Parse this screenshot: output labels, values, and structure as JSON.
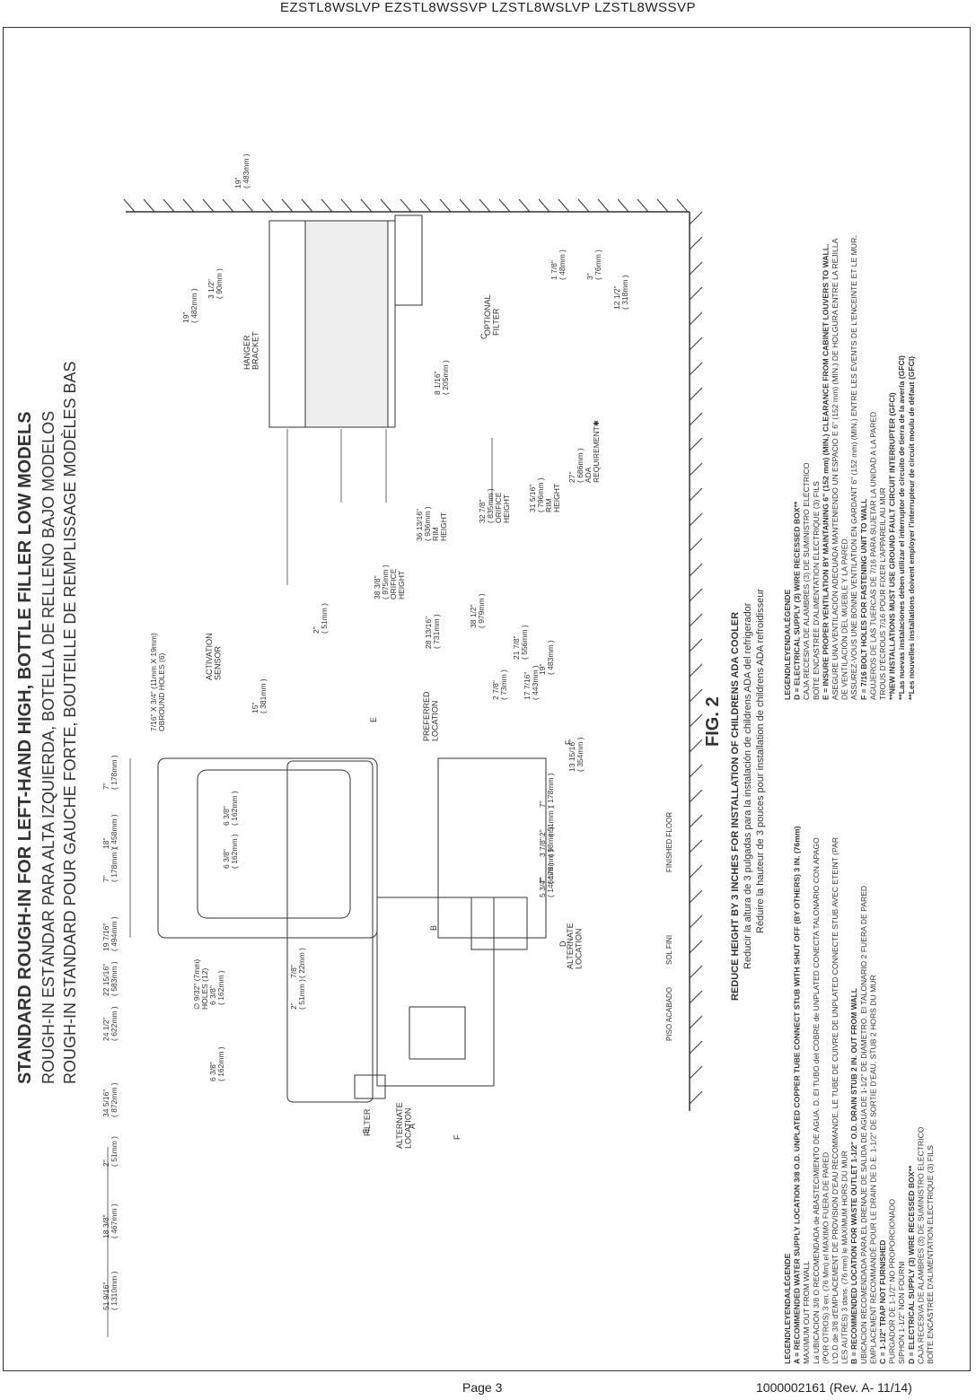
{
  "header": {
    "models": "EZSTL8WSLVP  EZSTL8WSSVP   LZSTL8WSLVP  LZSTL8WSSVP"
  },
  "footer": {
    "page": "Page 3",
    "doc": "1000002161  (Rev. A- 11/14)"
  },
  "titles": {
    "en": "STANDARD ROUGH-IN FOR LEFT-HAND HIGH, BOTTLE FILLER LOW MODELS",
    "es": "ROUGH-IN ESTÁNDAR PARA ALTA IZQUIERDA, BOTELLA DE RELLENO BAJO MODELOS",
    "fr": "ROUGH-IN STANDARD POUR GAUCHE FORTE, BOUTEILLE DE REMPLISSAGE MODÈLES BAS"
  },
  "fig": "FIG. 2",
  "reduce": {
    "en": "REDUCE HEIGHT BY 3 INCHES FOR INSTALLATION OF CHILDRENS ADA COOLER",
    "es": "Reducir la altura de 3 pulgadas para la instalación de childrens ADA del refrigerador",
    "fr": "Réduire la hauteur de 3 pouces pour installation de childrens ADA refroidisseur"
  },
  "legend_left": [
    "LEGEND/LEYENDA/LÉGENDE",
    "A = RECOMMENDED WATER SUPPLY LOCATION 3/8 O.D. UNPLATED COPPER TUBE CONNECT STUB WITH SHUT OFF (BY OTHERS) 3 IN. (76mm)",
    "      MAXIMUM OUT FROM WALL",
    "      La UBICACION 3/8 O RECOMENDADA de ABASTECIMIENTO DE AGUA. D. El TUBO del COBRE de UNPLATED CONECTA TALONARIO CON APAGO",
    "      (POR OTROS) 3 en. (76 Mm) el MAXIMO FUERA DE PARED",
    "      L'O.D de 3/8 d'EMPLACEMENT DE PROVISION D'EAU RECOMMANDE. LE TUBE DE CUIVRE DE UNPLATED CONNECTE STUB AVEC ETEINT (PAR",
    "      LES AUTRES) 3 dans. (76 mm) le MAXIMUM HORS DU MUR",
    "B = RECOMMENDED LOCATION FOR WASTE OUTLET 1-1/2\" O.D.  DRAIN STUB 2 IN. OUT FROM WALL",
    "      UBICACION RECOMENDADA PARA EL DRENAJE DE SALIDA DE AGUA DE 1-1/2\" DE DIÁMETRO. El TALONARIO 2 FUERA DE PARED",
    "      EMPLACEMENT RECOMMANDÉ POUR LE DRAIN DE D.E. 1-1/2\" DE SORTIE D'EAU. STUB 2 HORS DU MUR",
    "C = 1-1/2\" TRAP NOT FURNISHED",
    "      PURGADOR DE 1-1/2\" NO PROPORCIONADO",
    "      SIPHON 1-1/2\" NON FOURNI",
    "D = ELECTRICAL SUPPLY (3) WIRE RECESSED BOX**",
    "      CAJA RECESIVA DE ALAMBRES (3) DE SUMINISTRO ELÉCTRICO",
    "      BOÎTE ENCASTRÉE D'ALIMENTATION ÉLECTRIQUE (3) FILS"
  ],
  "legend_right": [
    "LEGEND/LEYENDA/LÉGENDE",
    "D = ELECTRICAL SUPPLY (3) WIRE RECESSED BOX**",
    "      CAJA RECESIVA DE ALAMBRES (3) DE SUMINISTRO ELÉCTRICO",
    "      BOÎTE ENCASTRÉE D'ALIMENTATION ÉLECTRIQUE (3) FILS",
    "E = INSURE PROPER VENTILATION BY MAINTAINING 6\" (152 mm) (MIN.) CLEARANCE FROM CABINET LOUVERS TO WALL.",
    "      ASEGURE UNA VENTILACIÓN ADECUADA MANTENIENDO UN ESPACIO E 6\" (152 mm) (MIN.) DE HOLGURA ENTRE LA REJILLA",
    "      DE VENTILACIÓN DEL MUEBLE Y LA PARED.",
    "      ASSUREZ-VOUS UNE BONNE VENTILATION EN GARDANT 6\" (152 mm) (MIN.) ENTRE LES ÉVENTS DE L'ENCEINTE ET LE MUR.",
    "F = 7/16 BOLT HOLES FOR FASTENING UNIT TO WALL",
    "      AGUJEROS DE LAS TUERCAS DE 7/16 PARA SUJETAR LA UNIDAD A LA PARED",
    "      TROUS D'ÉCROUS 7/16 POUR FIXER L'APPAREIL AU MUR",
    "**NEW INSTALLATIONS MUST USE GROUND FAULT CIRCUIT INTERRUPTER (GFCI)",
    "**Las nuevas instalaciones deben utilizar el interruptor de circuito de tierra de la avería (GFCI)",
    "**Les nouvelles installations doivent employer l'interrupteur de circuit moulu de défaut (GFCI)"
  ],
  "labels": {
    "floor_es": "PISO ACABADO",
    "floor_fr": "SOL FINI",
    "floor_en": "FINISHED FLOOR",
    "filter": "FILTER",
    "alt_a": "ALTERNATE\nLOCATION",
    "alt_d": "ALTERNATE\nLOCATION",
    "pref": "PREFERRED\nLOCATION",
    "oblong": "7/16\" X 3/4\" (11mm X 19mm)\nOBROUND HOLES (6)",
    "holes": "∅ 9/32\" (7mm)\nHOLES (12)",
    "sensor": "ACTIVATION\nSENSOR",
    "hanger": "HANGER\nBRACKET",
    "optional": "OPTIONAL\nFILTER",
    "A": "A",
    "B": "B",
    "C": "C",
    "D": "D",
    "E": "E",
    "F": "F",
    "CL": "℄"
  },
  "dims_vertical": [
    "51 9/16\"\n( 1310mm )",
    "34 5/16\"\n( 872mm )",
    "24 1/2\"\n( 622mm )",
    "22 15/16\"\n( 583mm )",
    "19 7/16\"\n( 494mm )",
    "2\"\n( 51mm )",
    "18 3/8\"\n( 467mm )",
    "6 3/8\"\n( 162mm )",
    "6 3/8\"\n( 162mm )",
    "2\"\n( 51mm )",
    "7/8\"\n( 22mm )",
    "18\"\n( 458mm )",
    "7\"\n( 178mm )",
    "7\"\n( 178mm )",
    "6 3/8\"\n( 162mm )",
    "6 3/8\"\n( 162mm )",
    "5 3/4\"\n( 146mm )",
    "7\"\n( 178mm )",
    "7\"\n( 178mm )",
    "2\"\n( 51mm )",
    "3 7/8\"\n( 98mm )",
    "13 15/16\"\n( 354mm )",
    "17 7/16\"\n( 443mm )",
    "19\"\n( 483mm )",
    "21 7/8\"\n( 556mm )",
    "2 7/8\"\n( 73mm )",
    "15\"\n( 381mm )",
    "2\"\n( 51mm )",
    "28 13/16\"\n( 731mm )",
    "38 1/2\"\n( 979mm )"
  ],
  "dims_side": [
    "38 3/8\"\n( 975mm )\nORIFICE\nHEIGHT",
    "36 13/16\"\n( 936mm )\nRIM\nHEIGHT",
    "32 7/8\"\n( 835mm )\nORIFICE\nHEIGHT",
    "31 5/16\"\n( 796mm )\nRIM\nHEIGHT",
    "27\"\n( 686mm )\nADA\nREQUIREMENT✱",
    "8 1/16\"\n( 205mm )",
    "19\"\n( 482mm )",
    "3 1/2\"\n( 90mm )",
    "1 7/8\"\n( 48mm )",
    "3\"\n( 76mm )",
    "12 1/2\"\n( 318mm )",
    "19\"\n( 483mm )"
  ]
}
